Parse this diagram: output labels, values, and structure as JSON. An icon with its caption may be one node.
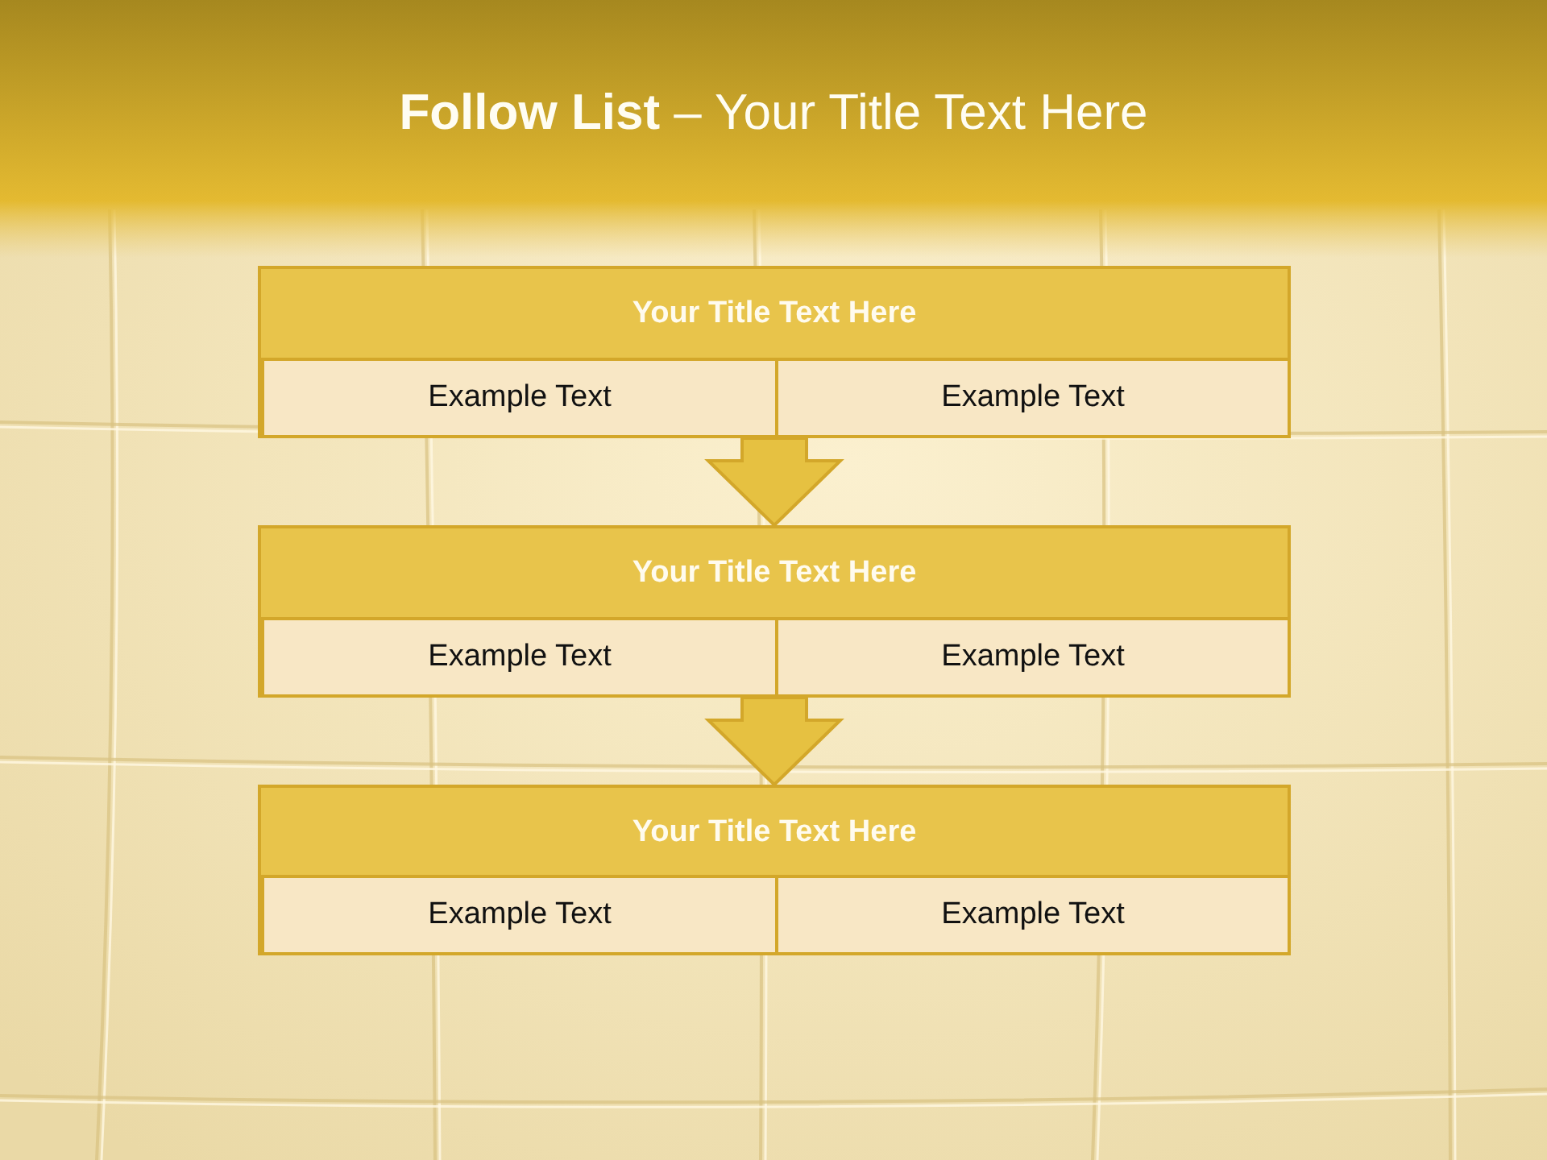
{
  "diagram": {
    "title": "**Follow List** – Your Title Text Here",
    "nodes": [
      {
        "text": [
          "Your Title Text Here"
        ]
      },
      {
        "text": [
          "Example Text"
        ],
        "in": 0
      },
      {
        "text": [
          "Example Text"
        ],
        "in": 0
      },
      {
        "text": [
          "Your Title Text Here"
        ]
      },
      {
        "text": [
          "Example Text"
        ],
        "in": 3
      },
      {
        "text": [
          "Example Text"
        ],
        "in": 3
      },
      {
        "text": [
          "Your Title Text Here"
        ]
      },
      {
        "text": [
          "Example Text"
        ],
        "in": 6
      },
      {
        "text": [
          "Example Text"
        ],
        "in": 6
      }
    ],
    "edges": [
      {
        "from": 0,
        "to": 3,
        "arrow": "to",
        "style": "thick"
      },
      {
        "from": 3,
        "to": 6,
        "arrow": "to",
        "style": "thick"
      }
    ]
  }
}
